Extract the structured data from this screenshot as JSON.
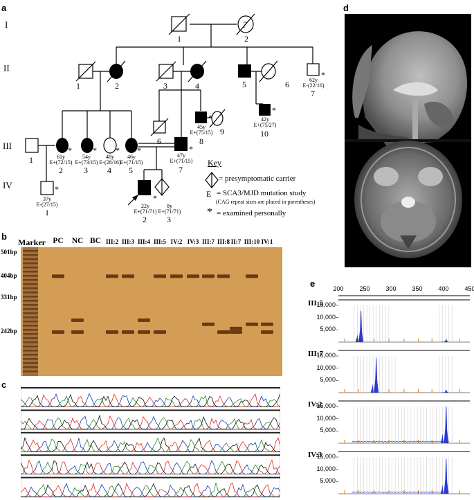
{
  "panels": {
    "a": "a",
    "b": "b",
    "c": "c",
    "d": "d",
    "e": "e"
  },
  "pedigree": {
    "generations": [
      "I",
      "II",
      "III",
      "IV"
    ],
    "numbers": {
      "I1": "1",
      "I2": "2",
      "II1": "1",
      "II2": "2",
      "II3": "3",
      "II4": "4",
      "II5": "5",
      "II6": "6",
      "II7": "7",
      "III6": "6",
      "III8": "8",
      "III9": "9",
      "III10": "10",
      "III1": "1",
      "III2": "2",
      "III3": "3",
      "III4": "4",
      "III5": "5",
      "III7": "7",
      "IV1": "1",
      "IV2": "2",
      "IV3": "3"
    },
    "unknown_mark": "?",
    "star": "*",
    "annot": {
      "II7": [
        "62y",
        "E-(22/16)"
      ],
      "III8": [
        "45y",
        "E+(75/15)"
      ],
      "III10": [
        "42y",
        "E+(75/27)"
      ],
      "III2": [
        "61y",
        "E+(72/15)"
      ],
      "III3": [
        "54y",
        "E+(73/15)"
      ],
      "III4": [
        "48y",
        "E-(28/16)"
      ],
      "III5": [
        "46y",
        "E+(71/15)"
      ],
      "III7": [
        "47y",
        "E+(71/15)"
      ],
      "IV1": [
        "37y",
        "E-(27/15)"
      ],
      "IV2": [
        "22y",
        "E+(71/71)"
      ],
      "IV3": [
        "8y",
        "E+(71/71)"
      ]
    },
    "key": {
      "title": "Key",
      "carrier": "= presymptomatic carrier",
      "e_symbol": "E",
      "e_text": "= SCA3/MJD mutation study",
      "e_sub": "(CAG repeat sizes are placed in parentheses)",
      "star_text": "= examined personally"
    }
  },
  "gel": {
    "marker_label": "Marker",
    "lanes": [
      "PC",
      "NC",
      "BC",
      "III:2",
      "III:3",
      "III:4",
      "III:5",
      "IV:2",
      "IV:3",
      "III:7",
      "III:8",
      "II:7",
      "III:10",
      "IV:1"
    ],
    "sizes": [
      "501bp",
      "404bp",
      "331bp",
      "242bp"
    ],
    "bands": [
      [
        405,
        242
      ],
      [
        270,
        242
      ],
      [],
      [
        405,
        242
      ],
      [
        405,
        242
      ],
      [
        270,
        242
      ],
      [
        405,
        242
      ],
      [
        405
      ],
      [
        405
      ],
      [
        405,
        260
      ],
      [
        405,
        242
      ],
      [
        250,
        242
      ],
      [
        405,
        260
      ],
      [
        260,
        242
      ]
    ]
  },
  "capillary": {
    "axis_ticks": [
      "200",
      "250",
      "300",
      "350",
      "400",
      "450"
    ],
    "panels": [
      {
        "label": "III:5",
        "yticks": [
          "15,000",
          "10,000",
          "5,000"
        ],
        "peaks": [
          [
            243,
            0.85
          ],
          [
            405,
            0.07
          ]
        ]
      },
      {
        "label": "III:7",
        "yticks": [
          "15,000",
          "10,000",
          "5,000"
        ],
        "peaks": [
          [
            272,
            0.95
          ],
          [
            405,
            0.07
          ]
        ]
      },
      {
        "label": "IV:2",
        "yticks": [
          "15,000",
          "10,000",
          "5,000"
        ],
        "peaks": [
          [
            405,
            1.0
          ]
        ]
      },
      {
        "label": "IV:3",
        "yticks": [
          "15,000",
          "10,000",
          "5,000"
        ],
        "peaks": [
          [
            405,
            0.95
          ]
        ]
      }
    ]
  }
}
